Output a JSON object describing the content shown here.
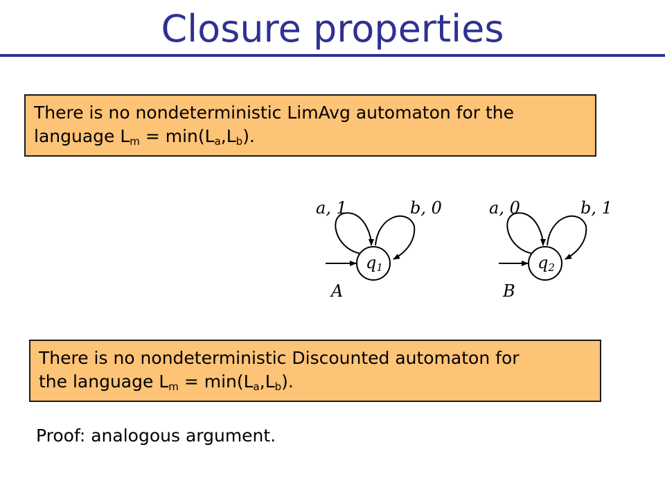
{
  "slide": {
    "title": "Closure properties"
  },
  "box1": {
    "line1": "There is no nondeterministic LimAvg automaton for the",
    "line2_prefix": "language L",
    "sub_m": "m",
    "mid": " = min(L",
    "sub_a": "a",
    "comma": ",L",
    "sub_b": "b",
    "suffix": ")."
  },
  "box2": {
    "line1": "There is no nondeterministic Discounted automaton for",
    "line2_prefix": "the language L",
    "sub_m": "m",
    "mid": " = min(L",
    "sub_a": "a",
    "comma": ",L",
    "sub_b": "b",
    "suffix": ")."
  },
  "proof": {
    "text": "Proof: analogous argument."
  },
  "automata": [
    {
      "name": "A",
      "state_label": "q",
      "state_index": "1",
      "loop_left": {
        "letter": "a",
        "weight": "1"
      },
      "loop_right": {
        "letter": "b",
        "weight": "0"
      }
    },
    {
      "name": "B",
      "state_label": "q",
      "state_index": "2",
      "loop_left": {
        "letter": "a",
        "weight": "0"
      },
      "loop_right": {
        "letter": "b",
        "weight": "1"
      }
    }
  ],
  "colors": {
    "title": "#2e3192",
    "box_fill": "#fdc377",
    "box_border": "#1a1a1a"
  }
}
